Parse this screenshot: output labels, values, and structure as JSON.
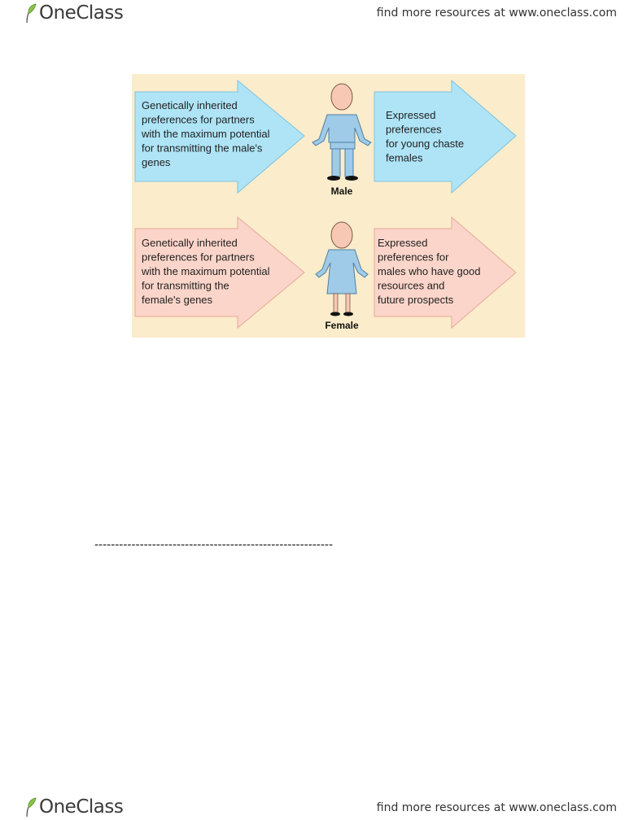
{
  "header": {
    "brand": "OneClass",
    "tagline": "find more resources at www.oneclass.com"
  },
  "footer": {
    "brand": "OneClass",
    "tagline": "find more resources at www.oneclass.com"
  },
  "figure": {
    "male": {
      "label": "Male",
      "left_arrow_lines": [
        "Genetically inherited",
        "preferences for partners",
        "with the maximum potential",
        "for transmitting the male's",
        "genes"
      ],
      "right_arrow_lines": [
        "Expressed",
        "preferences",
        "for young chaste",
        "females"
      ],
      "arrow_color": "#aee4f6"
    },
    "female": {
      "label": "Female",
      "left_arrow_lines": [
        "Genetically inherited",
        "preferences for partners",
        "with the maximum potential",
        "for transmitting the",
        "female's genes"
      ],
      "right_arrow_lines": [
        "Expressed",
        "preferences for",
        "males who have good",
        "resources and",
        "future prospects"
      ],
      "arrow_color": "#fbd5c9"
    },
    "background_color": "#fbeccb",
    "person_color": "#9fcbe8",
    "head_color": "#f7c8b4"
  },
  "divider": "----------------------------------------------------------"
}
